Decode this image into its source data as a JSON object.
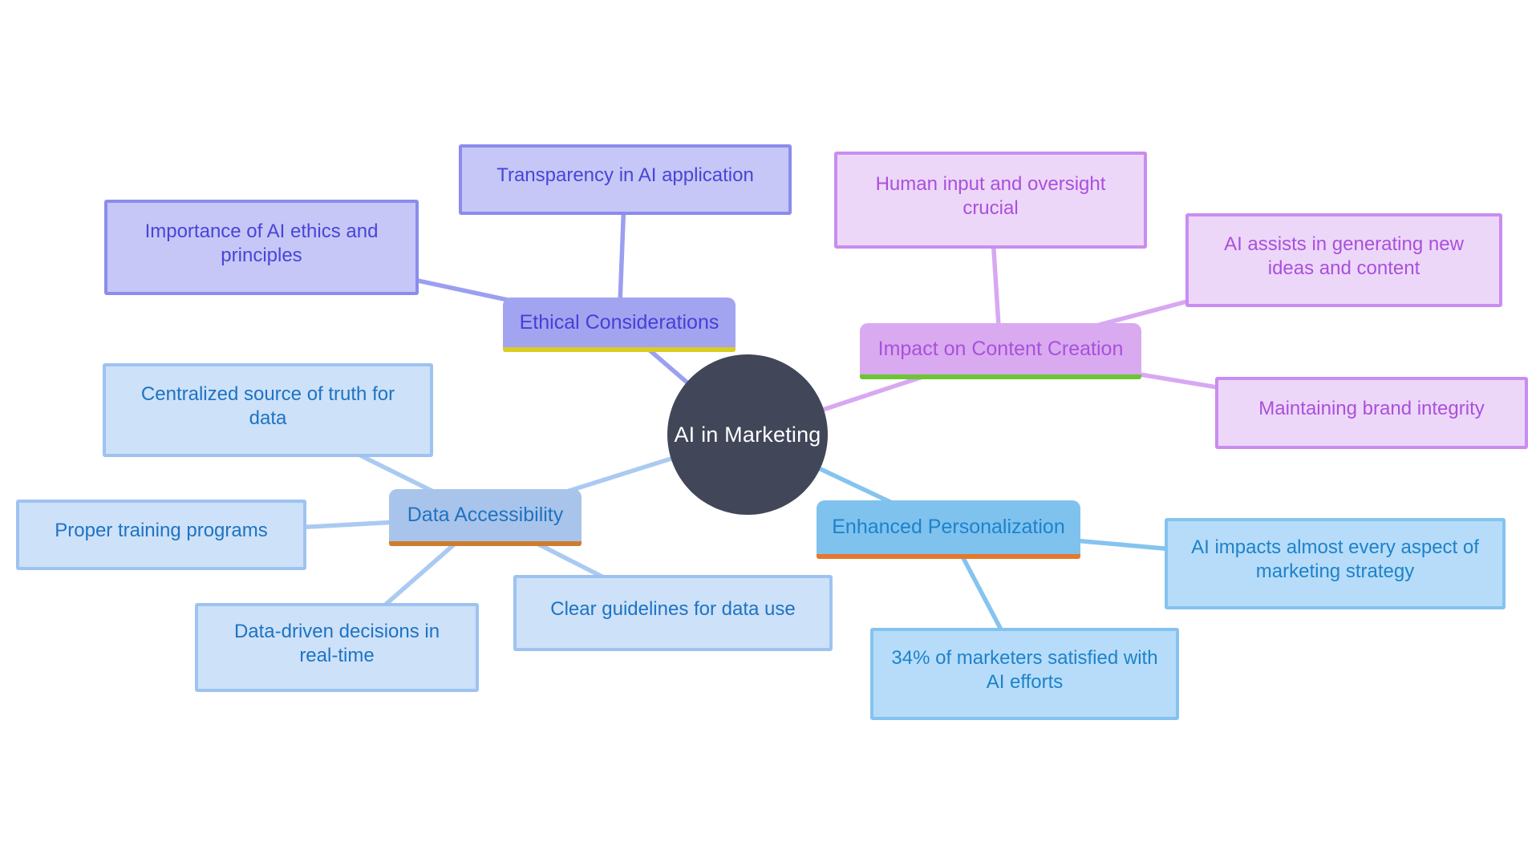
{
  "center": {
    "label": "AI in Marketing",
    "bg": "#414659",
    "text_color": "#ffffff"
  },
  "branches": [
    {
      "label": "Ethical Considerations",
      "node_bg": "#a3a4ef",
      "node_text": "#4540d8",
      "underline": "#d9ce21",
      "line_color": "#9b9ff0",
      "child_bg": "#c6c7f6",
      "child_border": "#8b8cec",
      "child_text": "#4845d8",
      "children": [
        "Transparency in AI application",
        "Importance of AI ethics and principles"
      ]
    },
    {
      "label": "Impact on Content Creation",
      "node_bg": "#d9aaf0",
      "node_text": "#a950dc",
      "underline": "#6cc532",
      "line_color": "#d8a8f2",
      "child_bg": "#edd7f9",
      "child_border": "#c88df0",
      "child_text": "#a950dc",
      "children": [
        "Human input and oversight crucial",
        "AI assists in generating new ideas and content",
        "Maintaining brand integrity"
      ]
    },
    {
      "label": "Enhanced Personalization",
      "node_bg": "#7fc2ee",
      "node_text": "#1e82ca",
      "underline": "#e5792b",
      "line_color": "#85c4ee",
      "child_bg": "#b6dcf9",
      "child_border": "#84c3ef",
      "child_text": "#1e82ca",
      "children": [
        "AI impacts almost every aspect of marketing strategy",
        "34% of marketers satisfied with AI efforts"
      ]
    },
    {
      "label": "Data Accessibility",
      "node_bg": "#a9c4ea",
      "node_text": "#1e73c2",
      "underline": "#ce7d2f",
      "line_color": "#aacaf1",
      "child_bg": "#cde1f9",
      "child_border": "#9ec3f0",
      "child_text": "#1e73c2",
      "children": [
        "Centralized source of truth for data",
        "Proper training programs",
        "Data-driven decisions in real-time",
        "Clear guidelines for data use"
      ]
    }
  ]
}
